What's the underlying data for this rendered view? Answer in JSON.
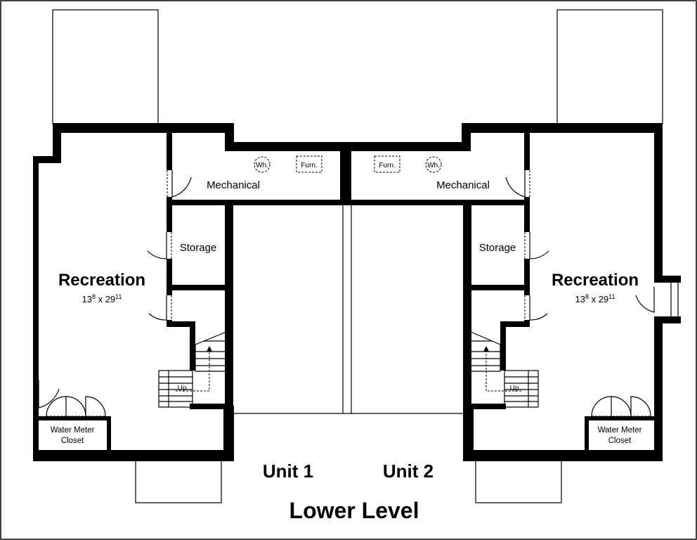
{
  "title": "Lower Level",
  "units": [
    {
      "name": "Unit 1",
      "recreation": {
        "label": "Recreation",
        "dim_main_1": "13",
        "dim_sup_1": "8",
        "dim_sep": " x 29",
        "dim_sup_2": "11"
      },
      "mechanical": "Mechanical",
      "water_heater": "Wh.",
      "furnace": "Furn.",
      "storage": "Storage",
      "stairs": "Up",
      "closet_line1": "Water Meter",
      "closet_line2": "Closet"
    },
    {
      "name": "Unit 2",
      "recreation": {
        "label": "Recreation",
        "dim_main_1": "13",
        "dim_sup_1": "8",
        "dim_sep": " x 29",
        "dim_sup_2": "11"
      },
      "mechanical": "Mechanical",
      "water_heater": "Wh.",
      "furnace": "Furn.",
      "storage": "Storage",
      "stairs": "Up",
      "closet_line1": "Water Meter",
      "closet_line2": "Closet"
    }
  ]
}
